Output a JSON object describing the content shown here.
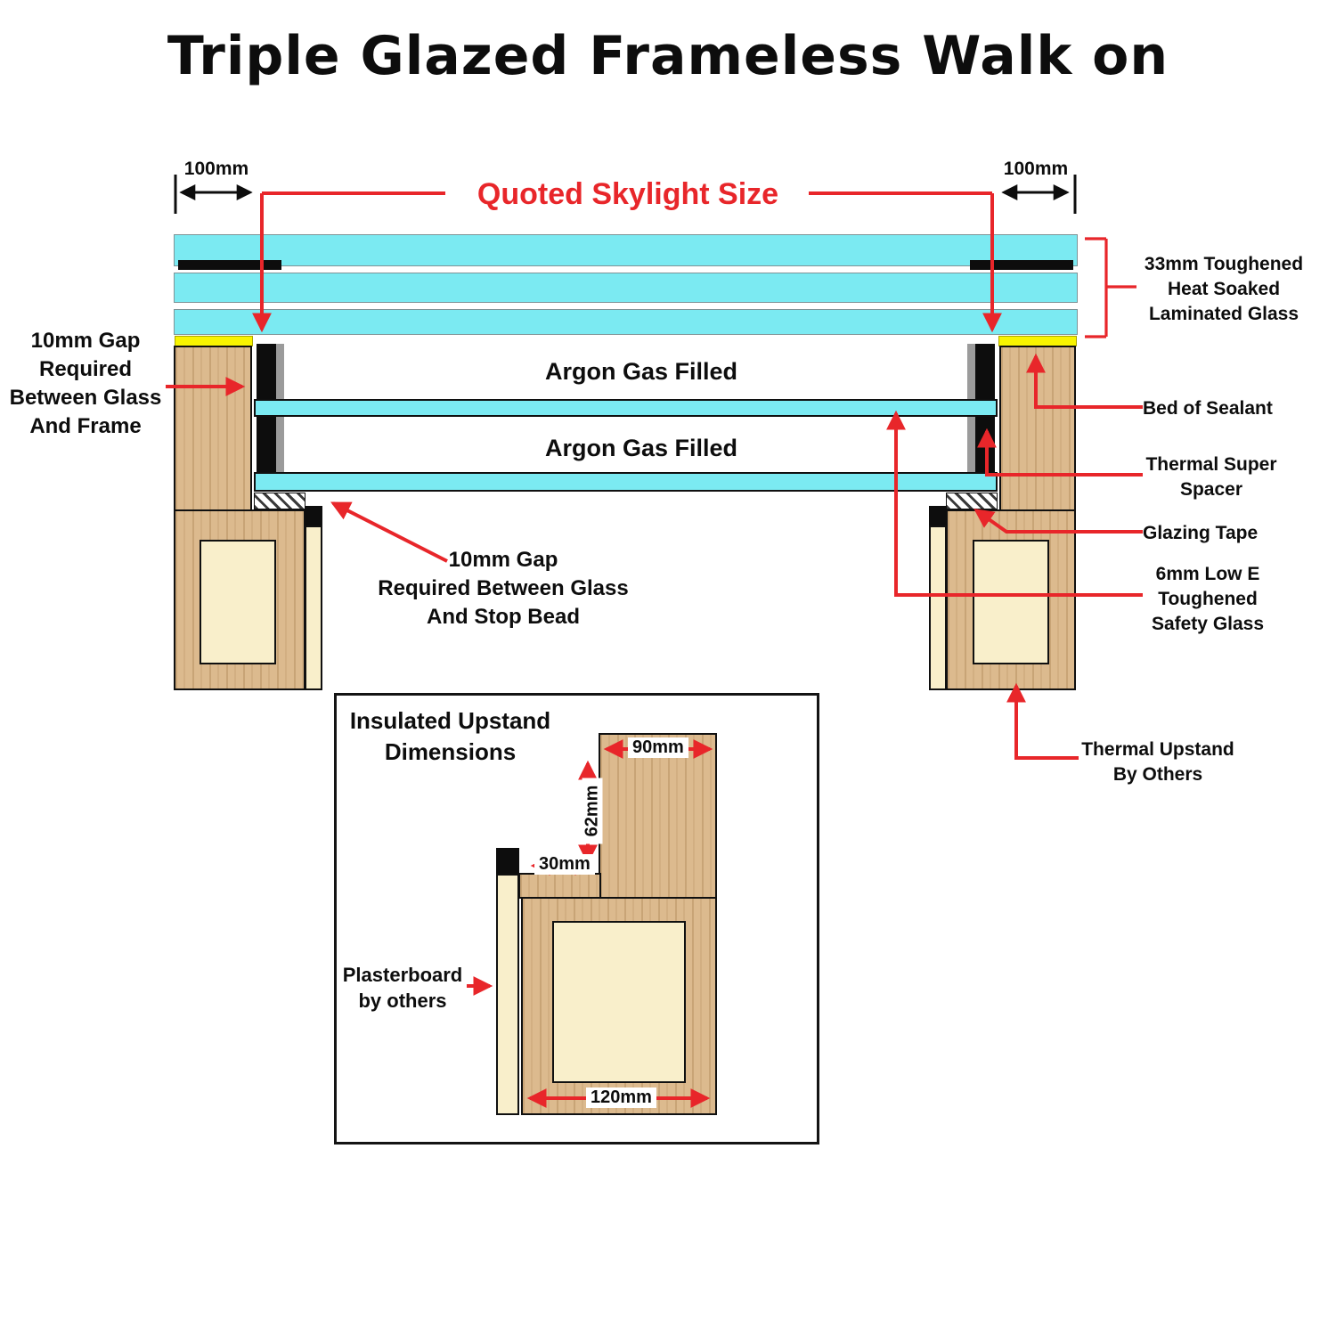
{
  "title": "Triple Glazed Frameless Walk on",
  "dimensions": {
    "left_overhang": "100mm",
    "right_overhang": "100mm",
    "quoted": "Quoted Skylight Size"
  },
  "glazing": {
    "argon_top": "Argon Gas Filled",
    "argon_bottom": "Argon Gas Filled"
  },
  "callouts": {
    "gap_frame": "10mm Gap\nRequired\nBetween Glass\nAnd Frame",
    "gap_stop_bead": "10mm Gap\nRequired Between Glass\nAnd Stop Bead",
    "laminated_glass": "33mm Toughened\nHeat Soaked\nLaminated Glass",
    "bed_of_sealant": "Bed of Sealant",
    "thermal_spacer": "Thermal Super\nSpacer",
    "glazing_tape": "Glazing Tape",
    "low_e_glass": "6mm Low E\nToughened\nSafety Glass",
    "thermal_upstand": "Thermal Upstand\nBy Others"
  },
  "inset": {
    "title": "Insulated Upstand\nDimensions",
    "dim_top_width": "90mm",
    "dim_step_height": "62mm",
    "dim_step_width": "30mm",
    "dim_base_width": "120mm",
    "plasterboard": "Plasterboard\nby others"
  },
  "colors": {
    "glass": "#7beaf2",
    "wood": "#dcba8e",
    "insulation": "#f9efcb",
    "sealant": "#f8f400",
    "annotation": "#e8262a",
    "text": "#0d0d0d"
  }
}
